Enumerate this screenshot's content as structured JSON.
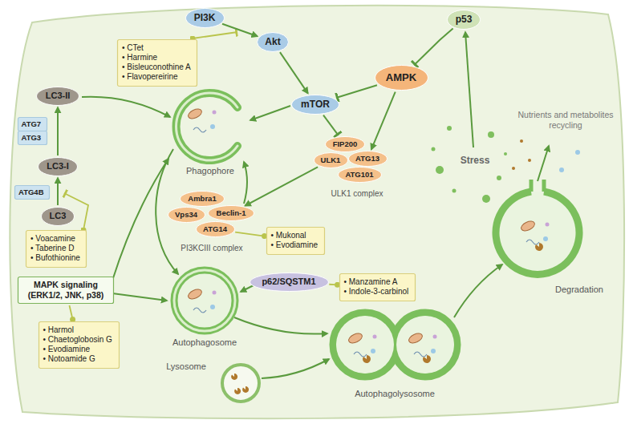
{
  "diagram": {
    "nodes": [
      {
        "text": [
          "PI3K"
        ]
      },
      {
        "text": [
          "Akt"
        ]
      },
      {
        "text": [
          "p53"
        ]
      },
      {
        "text": [
          "• CTet",
          "• Harmine",
          "• Bisleuconothine A",
          "• Flavopereirine"
        ]
      },
      {
        "text": [
          "AMPK"
        ]
      },
      {
        "text": [
          "LC3-II"
        ]
      },
      {
        "text": [
          "mTOR"
        ]
      },
      {
        "text": [
          "ATG7"
        ]
      },
      {
        "text": [
          "ATG3"
        ]
      },
      {
        "text": [
          "FIP200"
        ]
      },
      {
        "text": [
          "ULK1"
        ]
      },
      {
        "text": [
          "ATG13"
        ]
      },
      {
        "text": [
          "ATG101"
        ]
      },
      {
        "text": [
          "LC3-I"
        ]
      },
      {
        "text": [
          "Ambra1"
        ]
      },
      {
        "text": [
          "Vps34"
        ]
      },
      {
        "text": [
          "Beclin-1"
        ]
      },
      {
        "text": [
          "ATG14"
        ]
      },
      {
        "text": [
          "ATG4B"
        ]
      },
      {
        "text": [
          "LC3"
        ]
      },
      {
        "text": [
          "• Voacamine",
          "• Taberine D",
          "• Bufothionine"
        ]
      },
      {
        "text": [
          "• Mukonal",
          "• Evodiamine"
        ]
      },
      {
        "text": [
          "MAPK signaling (ERK1/2, JNK, p38)"
        ]
      },
      {
        "text": [
          "p62/SQSTM1"
        ]
      },
      {
        "text": [
          "• Manzamine A",
          "• Indole-3-carbinol"
        ]
      },
      {
        "text": [
          "• Harmol",
          "• Chaetoglobosin G",
          "• Evodiamine",
          "• Notoamide G"
        ]
      }
    ],
    "edges": [
      {
        "from": 0,
        "to": 1,
        "arrow": "to"
      },
      {
        "from": 1,
        "to": 6,
        "arrow": "to"
      },
      {
        "from": 2,
        "to": 4,
        "arrow": "to"
      },
      {
        "from": 4,
        "to": 6,
        "arrow": "to"
      },
      {
        "from": 4,
        "to": 11,
        "arrow": "to"
      },
      {
        "from": 6,
        "to": 9,
        "arrow": "to"
      },
      {
        "from": 10,
        "to": 16,
        "arrow": "to"
      },
      {
        "from": 19,
        "to": 13,
        "arrow": "to"
      },
      {
        "from": 13,
        "to": 5,
        "arrow": "to"
      },
      {
        "from": 21,
        "to": 17,
        "arrow": "none"
      },
      {
        "from": 25,
        "to": 22,
        "arrow": "none"
      },
      {
        "from": 24,
        "to": 23,
        "arrow": "none"
      }
    ],
    "labels": [
      "Phagophore",
      "Autophagosome",
      "Lysosome",
      "Autophagolysosome",
      "Degradation",
      "Nutrients and metabolites recycling",
      "Stress",
      "ULK1 complex",
      "PI3KCIII complex"
    ]
  }
}
